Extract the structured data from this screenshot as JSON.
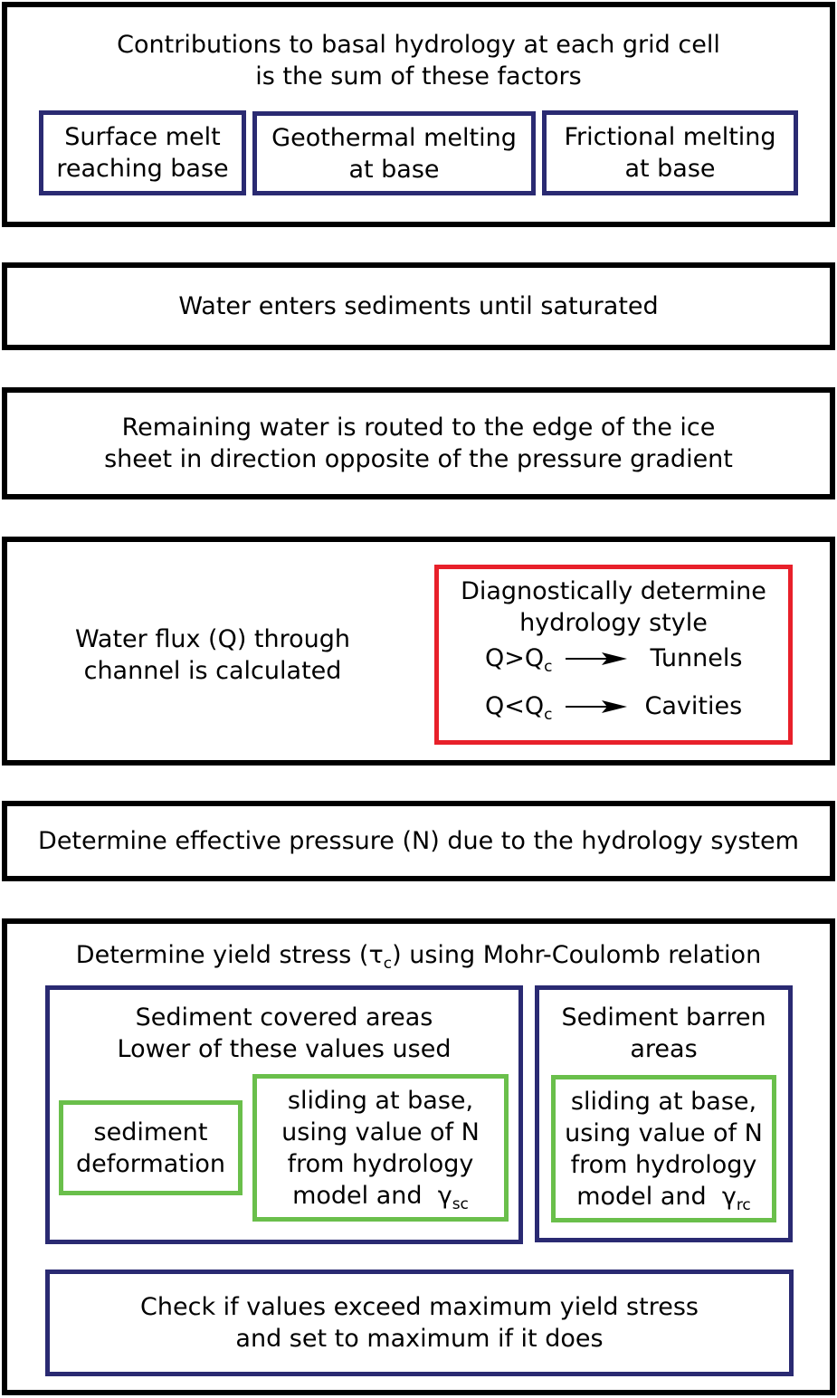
{
  "box1": {
    "title_lines": [
      "Contributions to basal hydrology at each grid cell",
      "is the sum of these factors"
    ],
    "factors": [
      {
        "lines": [
          "Surface melt",
          "reaching base"
        ]
      },
      {
        "lines": [
          "Geothermal melting",
          "at base"
        ]
      },
      {
        "lines": [
          "Frictional melting",
          "at base"
        ]
      }
    ]
  },
  "box2": {
    "text": "Water enters sediments until saturated"
  },
  "box3": {
    "lines": [
      "Remaining water is routed to the edge of the ice",
      "sheet in direction opposite of the pressure gradient"
    ]
  },
  "box4": {
    "lines": [
      "Water flux (Q) through",
      "channel is calculated"
    ],
    "style_box": {
      "lines": [
        "Diagnostically determine",
        "hydrology style"
      ],
      "rules": [
        {
          "condition": "Q>Q",
          "sub": "c",
          "result": "Tunnels"
        },
        {
          "condition": "Q<Q",
          "sub": "c",
          "result": "Cavities"
        }
      ]
    }
  },
  "box5": {
    "text": "Determine effective pressure (N) due to the hydrology system"
  },
  "box6": {
    "title_pre": "Determine yield stress (τ",
    "title_sub": "c",
    "title_post": ") using Mohr-Coulomb relation",
    "covered": {
      "lines": [
        "Sediment covered areas",
        "Lower of these values used"
      ],
      "deformation": [
        "sediment",
        "deformation"
      ],
      "sliding": [
        "sliding at base,",
        "using value of N",
        "from hydrology",
        "model and  γ"
      ],
      "sliding_sub": "sc"
    },
    "barren": {
      "lines": [
        "Sediment barren",
        "areas"
      ],
      "sliding": [
        "sliding at base,",
        "using value of N",
        "from hydrology",
        "model and  γ"
      ],
      "sliding_sub": "rc"
    },
    "check": [
      "Check if values exceed maximum yield stress",
      "and set to maximum if it does"
    ]
  },
  "colors": {
    "outline": "#000000",
    "blue": "#2a2a72",
    "red": "#e8202a",
    "green": "#6abf4b"
  }
}
